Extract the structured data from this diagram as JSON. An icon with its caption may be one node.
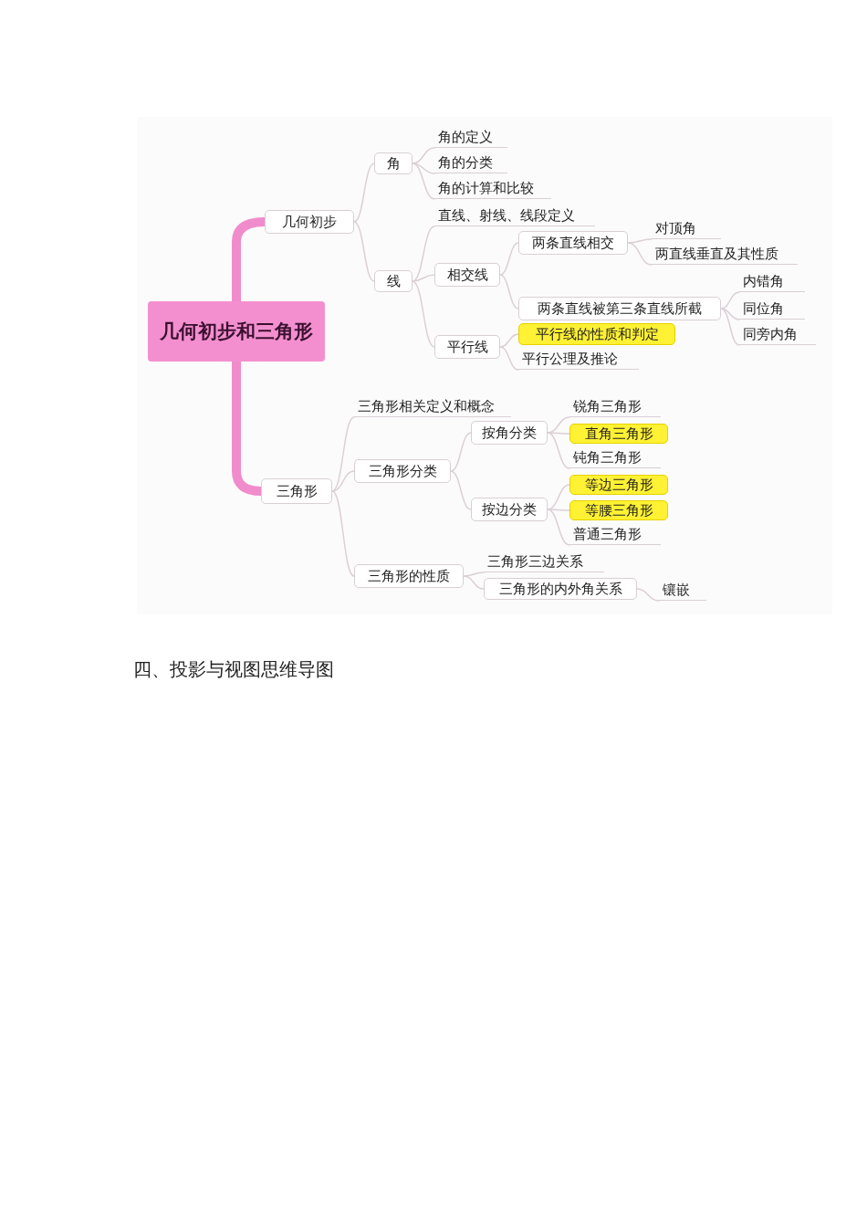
{
  "diagram": {
    "nodes": [
      {
        "text": [
          "几何初步和三角形"
        ]
      },
      {
        "text": [
          "几何初步"
        ]
      },
      {
        "text": [
          "角"
        ]
      },
      {
        "text": [
          "角的定义"
        ]
      },
      {
        "text": [
          "角的分类"
        ]
      },
      {
        "text": [
          "角的计算和比较"
        ]
      },
      {
        "text": [
          "线"
        ]
      },
      {
        "text": [
          "直线、射线、线段定义"
        ]
      },
      {
        "text": [
          "相交线"
        ]
      },
      {
        "text": [
          "两条直线相交"
        ]
      },
      {
        "text": [
          "对顶角"
        ]
      },
      {
        "text": [
          "两直线垂直及其性质"
        ]
      },
      {
        "text": [
          "两条直线被第三条直线所截"
        ]
      },
      {
        "text": [
          "内错角"
        ]
      },
      {
        "text": [
          "同位角"
        ]
      },
      {
        "text": [
          "同旁内角"
        ]
      },
      {
        "text": [
          "平行线"
        ]
      },
      {
        "text": [
          "平行线的性质和判定"
        ]
      },
      {
        "text": [
          "平行公理及推论"
        ]
      },
      {
        "text": [
          "三角形"
        ]
      },
      {
        "text": [
          "三角形相关定义和概念"
        ]
      },
      {
        "text": [
          "三角形分类"
        ]
      },
      {
        "text": [
          "按角分类"
        ]
      },
      {
        "text": [
          "锐角三角形"
        ]
      },
      {
        "text": [
          "直角三角形"
        ]
      },
      {
        "text": [
          "钝角三角形"
        ]
      },
      {
        "text": [
          "按边分类"
        ]
      },
      {
        "text": [
          "等边三角形"
        ]
      },
      {
        "text": [
          "等腰三角形"
        ]
      },
      {
        "text": [
          "普通三角形"
        ]
      },
      {
        "text": [
          "三角形的性质"
        ]
      },
      {
        "text": [
          "三角形三边关系"
        ]
      },
      {
        "text": [
          "三角形的内外角关系"
        ]
      },
      {
        "text": [
          "镶嵌"
        ]
      }
    ],
    "edges": [
      {
        "from": 0,
        "to": 1,
        "arrow": "none",
        "style": "thick",
        "color": "#f08ccc"
      },
      {
        "from": 1,
        "to": 2,
        "arrow": "none"
      },
      {
        "from": 2,
        "to": 3,
        "arrow": "none"
      },
      {
        "from": 2,
        "to": 4,
        "arrow": "none"
      },
      {
        "from": 2,
        "to": 5,
        "arrow": "none"
      },
      {
        "from": 1,
        "to": 6,
        "arrow": "none"
      },
      {
        "from": 6,
        "to": 7,
        "arrow": "none"
      },
      {
        "from": 6,
        "to": 8,
        "arrow": "none"
      },
      {
        "from": 8,
        "to": 9,
        "arrow": "none"
      },
      {
        "from": 9,
        "to": 10,
        "arrow": "none"
      },
      {
        "from": 9,
        "to": 11,
        "arrow": "none"
      },
      {
        "from": 8,
        "to": 12,
        "arrow": "none"
      },
      {
        "from": 12,
        "to": 13,
        "arrow": "none"
      },
      {
        "from": 12,
        "to": 14,
        "arrow": "none"
      },
      {
        "from": 12,
        "to": 15,
        "arrow": "none"
      },
      {
        "from": 6,
        "to": 16,
        "arrow": "none"
      },
      {
        "from": 16,
        "to": 17,
        "arrow": "none"
      },
      {
        "from": 16,
        "to": 18,
        "arrow": "none"
      },
      {
        "from": 0,
        "to": 19,
        "arrow": "none",
        "style": "thick",
        "color": "#f08ccc"
      },
      {
        "from": 19,
        "to": 20,
        "arrow": "none"
      },
      {
        "from": 19,
        "to": 21,
        "arrow": "none"
      },
      {
        "from": 21,
        "to": 22,
        "arrow": "none"
      },
      {
        "from": 22,
        "to": 23,
        "arrow": "none"
      },
      {
        "from": 22,
        "to": 24,
        "arrow": "none"
      },
      {
        "from": 22,
        "to": 25,
        "arrow": "none"
      },
      {
        "from": 21,
        "to": 26,
        "arrow": "none"
      },
      {
        "from": 26,
        "to": 27,
        "arrow": "none"
      },
      {
        "from": 26,
        "to": 28,
        "arrow": "none"
      },
      {
        "from": 26,
        "to": 29,
        "arrow": "none"
      },
      {
        "from": 19,
        "to": 30,
        "arrow": "none"
      },
      {
        "from": 30,
        "to": 31,
        "arrow": "none"
      },
      {
        "from": 30,
        "to": 32,
        "arrow": "none"
      },
      {
        "from": 32,
        "to": 33,
        "arrow": "none"
      }
    ],
    "labels": [
      "四、投影与视图思维导图"
    ]
  }
}
